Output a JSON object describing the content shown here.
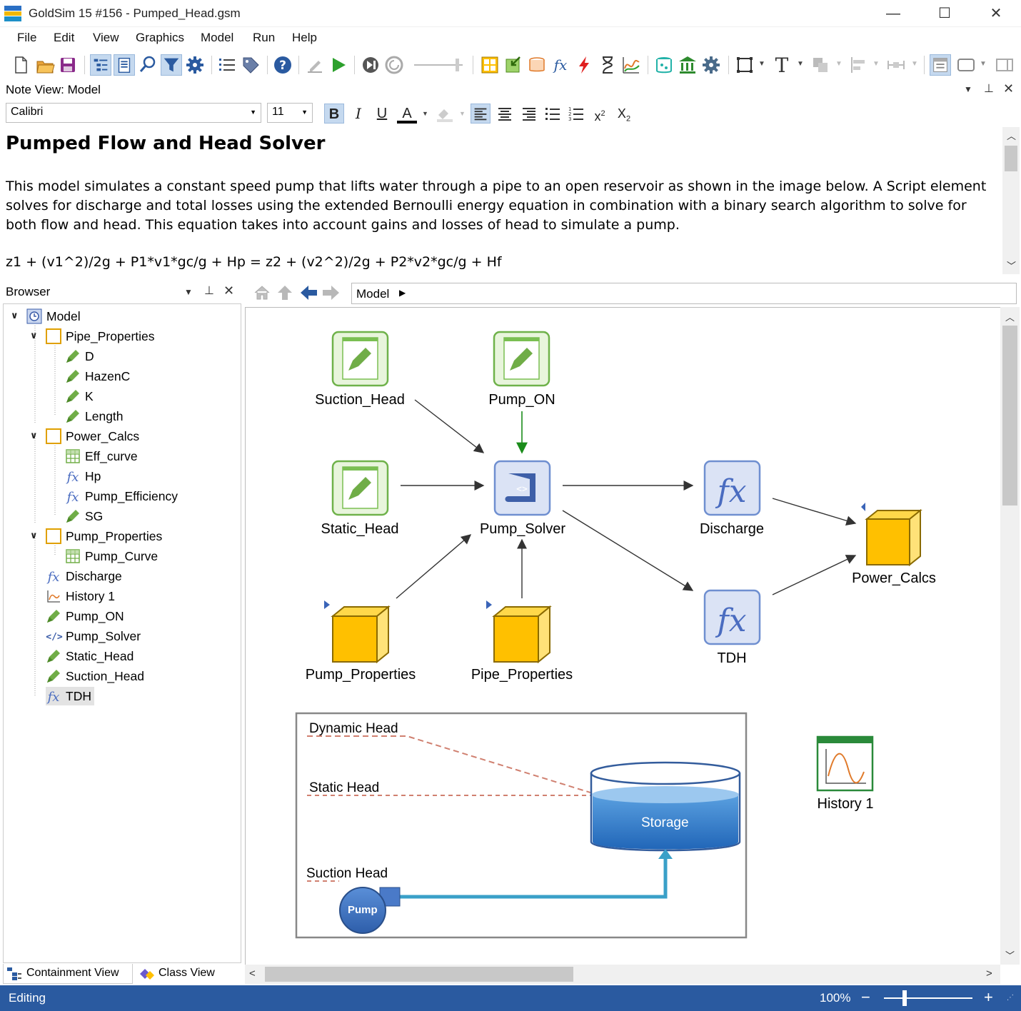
{
  "window": {
    "title": "GoldSim 15 #156  -  Pumped_Head.gsm",
    "minimize": "—",
    "maximize": "☐",
    "close": "✕"
  },
  "menu": [
    "File",
    "Edit",
    "View",
    "Graphics",
    "Model",
    "Run",
    "Help"
  ],
  "note_view": {
    "header": "Note View: Model",
    "font_name": "Calibri",
    "font_size": "11",
    "title": "Pumped Flow and Head Solver",
    "paragraph": "This model simulates a constant speed pump that lifts water through a pipe to an open reservoir as shown in the image below. A Script element solves for discharge and total losses using the extended Bernoulli energy equation in combination with a binary search algorithm to solve for both flow and head. This equation takes into account gains and losses of head to simulate a pump.",
    "equation": "z1 + (v1^2)/2g + P1*v1*gc/g + Hp = z2 + (v2^2)/2g + P2*v2*gc/g + Hf"
  },
  "browser": {
    "header": "Browser",
    "tree": [
      {
        "label": "Model",
        "icon": "model-icon",
        "level": 0,
        "expanded": true
      },
      {
        "label": "Pipe_Properties",
        "icon": "container-icon",
        "level": 1,
        "expanded": true
      },
      {
        "label": "D",
        "icon": "data-pencil-icon",
        "level": 2
      },
      {
        "label": "HazenC",
        "icon": "data-pencil-icon",
        "level": 2
      },
      {
        "label": "K",
        "icon": "data-pencil-icon",
        "level": 2
      },
      {
        "label": "Length",
        "icon": "data-pencil-icon",
        "level": 2
      },
      {
        "label": "Power_Calcs",
        "icon": "container-icon",
        "level": 1,
        "expanded": true
      },
      {
        "label": "Eff_curve",
        "icon": "lookup-table-icon",
        "level": 2
      },
      {
        "label": "Hp",
        "icon": "expression-fx-icon",
        "level": 2
      },
      {
        "label": "Pump_Efficiency",
        "icon": "expression-fx-icon",
        "level": 2
      },
      {
        "label": "SG",
        "icon": "data-pencil-icon",
        "level": 2
      },
      {
        "label": "Pump_Properties",
        "icon": "container-icon",
        "level": 1,
        "expanded": true
      },
      {
        "label": "Pump_Curve",
        "icon": "lookup-table-icon",
        "level": 2
      },
      {
        "label": "Discharge",
        "icon": "expression-fx-icon",
        "level": 1
      },
      {
        "label": "History 1",
        "icon": "history-chart-icon",
        "level": 1
      },
      {
        "label": "Pump_ON",
        "icon": "data-pencil-icon",
        "level": 1
      },
      {
        "label": "Pump_Solver",
        "icon": "script-icon",
        "level": 1
      },
      {
        "label": "Static_Head",
        "icon": "data-pencil-icon",
        "level": 1
      },
      {
        "label": "Suction_Head",
        "icon": "data-pencil-icon",
        "level": 1
      },
      {
        "label": "TDH",
        "icon": "expression-fx-icon",
        "level": 1,
        "selected": true
      }
    ],
    "tabs": [
      "Containment View",
      "Class View"
    ]
  },
  "navigation": {
    "breadcrumb": "Model"
  },
  "graph": {
    "nodes": {
      "suction_head": "Suction_Head",
      "pump_on": "Pump_ON",
      "static_head": "Static_Head",
      "pump_solver": "Pump_Solver",
      "discharge": "Discharge",
      "power_calcs": "Power_Calcs",
      "tdh": "TDH",
      "pump_properties": "Pump_Properties",
      "pipe_properties": "Pipe_Properties",
      "history": "History 1"
    },
    "diagram": {
      "dynamic_head": "Dynamic Head",
      "static_head": "Static Head",
      "suction_head": "Suction Head",
      "storage": "Storage",
      "pump": "Pump"
    }
  },
  "status": {
    "mode": "Editing",
    "zoom": "100%",
    "zoom_minus": "−",
    "zoom_plus": "+"
  },
  "colors": {
    "accent_blue": "#2a5aa0",
    "data_green": "#70ad47",
    "container_gold": "#ffc000",
    "fx_blue": "#5b7fc7"
  }
}
